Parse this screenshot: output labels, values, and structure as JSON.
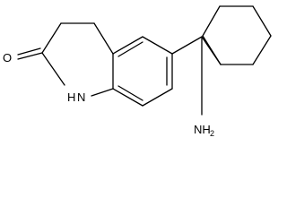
{
  "molecule": {
    "atoms": {
      "oxygen": "O",
      "ring_nitrogen": "H",
      "ring_nitrogen_hetero": "N",
      "amine_nitrogen": "NH",
      "amine_subscript": "2"
    }
  }
}
